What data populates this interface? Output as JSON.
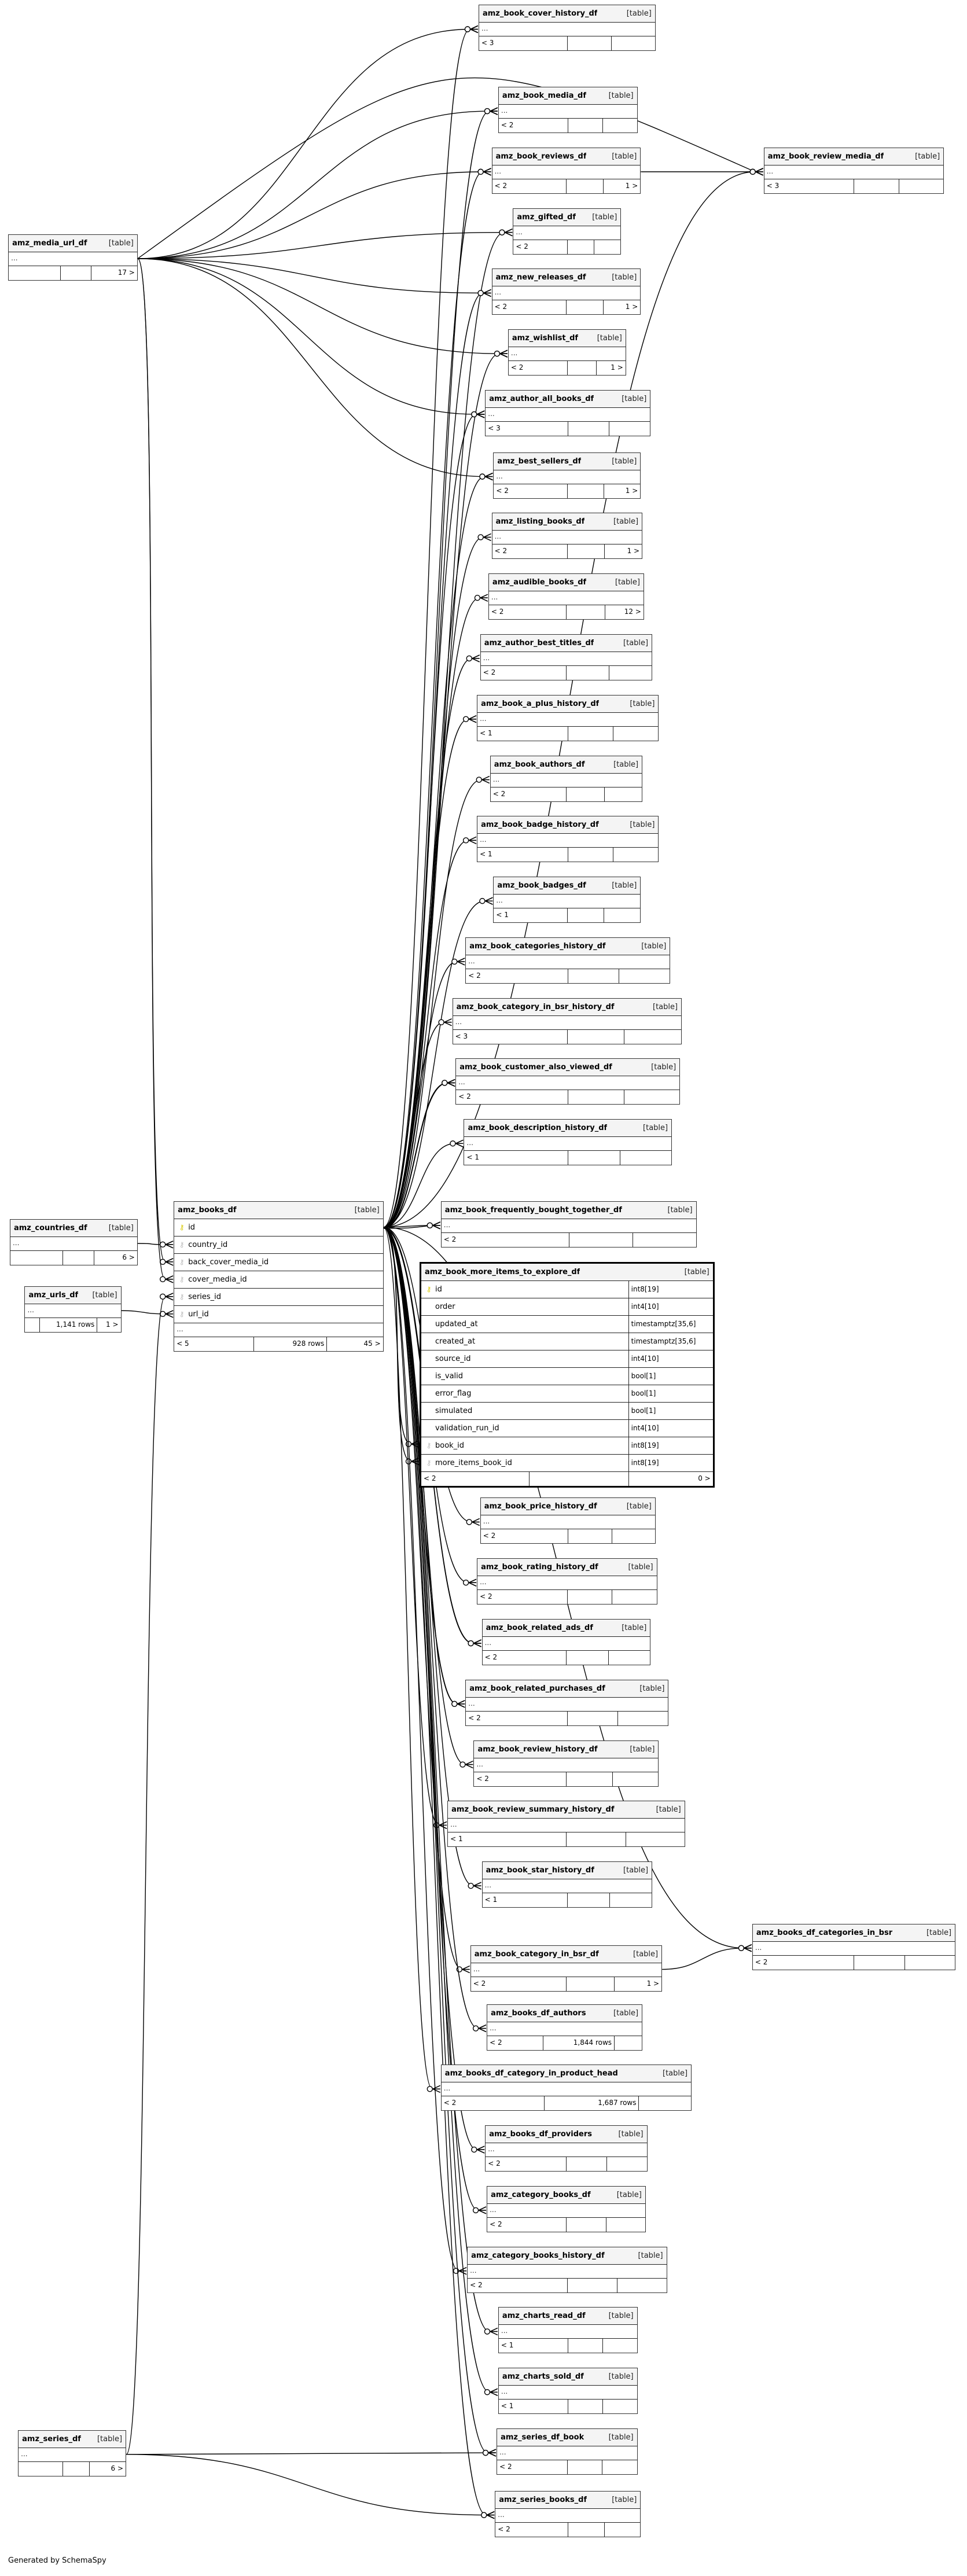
{
  "footer_text": "Generated by SchemaSpy",
  "colors": {
    "header_bg": "#f4f4f4",
    "border": "#333333",
    "primary_key": "#d8c800",
    "foreign_key": "#bbbbbb"
  },
  "tables": [
    {
      "name": "amz_book_cover_history_df",
      "type_label": "[table]",
      "more": "...",
      "footer": [
        "< 3",
        "",
        ""
      ]
    },
    {
      "name": "amz_book_media_df",
      "type_label": "[table]",
      "more": "...",
      "footer": [
        "< 2",
        "",
        ""
      ]
    },
    {
      "name": "amz_book_reviews_df",
      "type_label": "[table]",
      "more": "...",
      "footer": [
        "< 2",
        "",
        "1 >"
      ]
    },
    {
      "name": "amz_book_review_media_df",
      "type_label": "[table]",
      "more": "...",
      "footer": [
        "< 3",
        "",
        ""
      ]
    },
    {
      "name": "amz_gifted_df",
      "type_label": "[table]",
      "more": "...",
      "footer": [
        "< 2",
        "",
        ""
      ]
    },
    {
      "name": "amz_new_releases_df",
      "type_label": "[table]",
      "more": "...",
      "footer": [
        "< 2",
        "",
        "1 >"
      ]
    },
    {
      "name": "amz_wishlist_df",
      "type_label": "[table]",
      "more": "...",
      "footer": [
        "< 2",
        "",
        "1 >"
      ]
    },
    {
      "name": "amz_author_all_books_df",
      "type_label": "[table]",
      "more": "...",
      "footer": [
        "< 3",
        "",
        ""
      ]
    },
    {
      "name": "amz_best_sellers_df",
      "type_label": "[table]",
      "more": "...",
      "footer": [
        "< 2",
        "",
        "1 >"
      ]
    },
    {
      "name": "amz_listing_books_df",
      "type_label": "[table]",
      "more": "...",
      "footer": [
        "< 2",
        "",
        "1 >"
      ]
    },
    {
      "name": "amz_audible_books_df",
      "type_label": "[table]",
      "more": "...",
      "footer": [
        "< 2",
        "",
        "12 >"
      ]
    },
    {
      "name": "amz_author_best_titles_df",
      "type_label": "[table]",
      "more": "...",
      "footer": [
        "< 2",
        "",
        ""
      ]
    },
    {
      "name": "amz_book_a_plus_history_df",
      "type_label": "[table]",
      "more": "...",
      "footer": [
        "< 1",
        "",
        ""
      ]
    },
    {
      "name": "amz_book_authors_df",
      "type_label": "[table]",
      "more": "...",
      "footer": [
        "< 2",
        "",
        ""
      ]
    },
    {
      "name": "amz_book_badge_history_df",
      "type_label": "[table]",
      "more": "...",
      "footer": [
        "< 1",
        "",
        ""
      ]
    },
    {
      "name": "amz_book_badges_df",
      "type_label": "[table]",
      "more": "...",
      "footer": [
        "< 1",
        "",
        ""
      ]
    },
    {
      "name": "amz_book_categories_history_df",
      "type_label": "[table]",
      "more": "...",
      "footer": [
        "< 2",
        "",
        ""
      ]
    },
    {
      "name": "amz_book_category_in_bsr_history_df",
      "type_label": "[table]",
      "more": "...",
      "footer": [
        "< 3",
        "",
        ""
      ]
    },
    {
      "name": "amz_book_customer_also_viewed_df",
      "type_label": "[table]",
      "more": "...",
      "footer": [
        "< 2",
        "",
        ""
      ]
    },
    {
      "name": "amz_book_description_history_df",
      "type_label": "[table]",
      "more": "...",
      "footer": [
        "< 1",
        "",
        ""
      ]
    },
    {
      "name": "amz_book_frequently_bought_together_df",
      "type_label": "[table]",
      "more": "...",
      "footer": [
        "< 2",
        "",
        ""
      ]
    },
    {
      "name": "amz_book_more_items_to_explore_df",
      "type_label": "[table]",
      "more": null,
      "footer": [
        "< 2",
        "",
        "0 >"
      ],
      "columns": [
        {
          "name": "id",
          "type": "int8[19]",
          "key": "pk"
        },
        {
          "name": "order",
          "type": "int4[10]",
          "key": ""
        },
        {
          "name": "updated_at",
          "type": "timestamptz[35,6]",
          "key": ""
        },
        {
          "name": "created_at",
          "type": "timestamptz[35,6]",
          "key": ""
        },
        {
          "name": "source_id",
          "type": "int4[10]",
          "key": ""
        },
        {
          "name": "is_valid",
          "type": "bool[1]",
          "key": ""
        },
        {
          "name": "error_flag",
          "type": "bool[1]",
          "key": ""
        },
        {
          "name": "simulated",
          "type": "bool[1]",
          "key": ""
        },
        {
          "name": "validation_run_id",
          "type": "int4[10]",
          "key": ""
        },
        {
          "name": "book_id",
          "type": "int8[19]",
          "key": "fk"
        },
        {
          "name": "more_items_book_id",
          "type": "int8[19]",
          "key": "fk"
        }
      ]
    },
    {
      "name": "amz_book_price_history_df",
      "type_label": "[table]",
      "more": "...",
      "footer": [
        "< 2",
        "",
        ""
      ]
    },
    {
      "name": "amz_book_rating_history_df",
      "type_label": "[table]",
      "more": "...",
      "footer": [
        "< 2",
        "",
        ""
      ]
    },
    {
      "name": "amz_book_related_ads_df",
      "type_label": "[table]",
      "more": "...",
      "footer": [
        "< 2",
        "",
        ""
      ]
    },
    {
      "name": "amz_book_related_purchases_df",
      "type_label": "[table]",
      "more": "...",
      "footer": [
        "< 2",
        "",
        ""
      ]
    },
    {
      "name": "amz_book_review_history_df",
      "type_label": "[table]",
      "more": "...",
      "footer": [
        "< 2",
        "",
        ""
      ]
    },
    {
      "name": "amz_book_review_summary_history_df",
      "type_label": "[table]",
      "more": "...",
      "footer": [
        "< 1",
        "",
        ""
      ]
    },
    {
      "name": "amz_book_star_history_df",
      "type_label": "[table]",
      "more": "...",
      "footer": [
        "< 1",
        "",
        ""
      ]
    },
    {
      "name": "amz_books_df_categories_in_bsr",
      "type_label": "[table]",
      "more": "...",
      "footer": [
        "< 2",
        "",
        ""
      ]
    },
    {
      "name": "amz_book_category_in_bsr_df",
      "type_label": "[table]",
      "more": "...",
      "footer": [
        "< 2",
        "",
        "1 >"
      ]
    },
    {
      "name": "amz_books_df_authors",
      "type_label": "[table]",
      "more": "...",
      "footer": [
        "< 2",
        "1,844 rows",
        ""
      ]
    },
    {
      "name": "amz_books_df_category_in_product_head",
      "type_label": "[table]",
      "more": "...",
      "footer": [
        "< 2",
        "1,687 rows",
        ""
      ]
    },
    {
      "name": "amz_books_df_providers",
      "type_label": "[table]",
      "more": "...",
      "footer": [
        "< 2",
        "",
        ""
      ]
    },
    {
      "name": "amz_category_books_df",
      "type_label": "[table]",
      "more": "...",
      "footer": [
        "< 2",
        "",
        ""
      ]
    },
    {
      "name": "amz_category_books_history_df",
      "type_label": "[table]",
      "more": "...",
      "footer": [
        "< 2",
        "",
        ""
      ]
    },
    {
      "name": "amz_charts_read_df",
      "type_label": "[table]",
      "more": "...",
      "footer": [
        "< 1",
        "",
        ""
      ]
    },
    {
      "name": "amz_charts_sold_df",
      "type_label": "[table]",
      "more": "...",
      "footer": [
        "< 1",
        "",
        ""
      ]
    },
    {
      "name": "amz_series_df_book",
      "type_label": "[table]",
      "more": "...",
      "footer": [
        "< 2",
        "",
        ""
      ]
    },
    {
      "name": "amz_series_books_df",
      "type_label": "[table]",
      "more": "...",
      "footer": [
        "< 2",
        "",
        ""
      ]
    },
    {
      "name": "amz_media_url_df",
      "type_label": "[table]",
      "more": "...",
      "footer": [
        "",
        "",
        "17 >"
      ]
    },
    {
      "name": "amz_countries_df",
      "type_label": "[table]",
      "more": "...",
      "footer": [
        "",
        "",
        "6 >"
      ]
    },
    {
      "name": "amz_urls_df",
      "type_label": "[table]",
      "more": "...",
      "footer": [
        "",
        "1,141 rows",
        "1 >"
      ]
    },
    {
      "name": "amz_books_df",
      "type_label": "[table]",
      "more": "...",
      "footer": [
        "< 5",
        "928 rows",
        "45 >"
      ],
      "columns": [
        {
          "name": "id",
          "key": "pk"
        },
        {
          "name": "country_id",
          "key": "fk"
        },
        {
          "name": "back_cover_media_id",
          "key": "fk"
        },
        {
          "name": "cover_media_id",
          "key": "fk"
        },
        {
          "name": "series_id",
          "key": "fk"
        },
        {
          "name": "url_id",
          "key": "fk"
        }
      ]
    },
    {
      "name": "amz_series_df",
      "type_label": "[table]",
      "more": "...",
      "footer": [
        "",
        "",
        "6 >"
      ]
    }
  ],
  "relationships": [
    {
      "parent": "amz_media_url_df",
      "child": "amz_book_cover_history_df"
    },
    {
      "parent": "amz_media_url_df",
      "child": "amz_book_media_df"
    },
    {
      "parent": "amz_media_url_df",
      "child": "amz_book_reviews_df"
    },
    {
      "parent": "amz_media_url_df",
      "child": "amz_book_review_media_df"
    },
    {
      "parent": "amz_media_url_df",
      "child": "amz_gifted_df"
    },
    {
      "parent": "amz_media_url_df",
      "child": "amz_new_releases_df"
    },
    {
      "parent": "amz_media_url_df",
      "child": "amz_wishlist_df"
    },
    {
      "parent": "amz_media_url_df",
      "child": "amz_author_all_books_df"
    },
    {
      "parent": "amz_media_url_df",
      "child": "amz_best_sellers_df"
    },
    {
      "parent": "amz_media_url_df",
      "child": "amz_books_df",
      "child_column": "back_cover_media_id"
    },
    {
      "parent": "amz_media_url_df",
      "child": "amz_books_df",
      "child_column": "cover_media_id"
    },
    {
      "parent": "amz_book_reviews_df",
      "child": "amz_book_review_media_df"
    },
    {
      "parent": "amz_countries_df",
      "child": "amz_books_df",
      "child_column": "country_id"
    },
    {
      "parent": "amz_urls_df",
      "child": "amz_books_df",
      "child_column": "url_id"
    },
    {
      "parent": "amz_series_df",
      "child": "amz_books_df",
      "child_column": "series_id"
    },
    {
      "parent": "amz_series_df",
      "child": "amz_series_df_book"
    },
    {
      "parent": "amz_series_df",
      "child": "amz_series_books_df"
    },
    {
      "parent": "amz_book_category_in_bsr_df",
      "child": "amz_books_df_categories_in_bsr"
    },
    {
      "parent": "amz_books_df",
      "child": "amz_book_cover_history_df"
    },
    {
      "parent": "amz_books_df",
      "child": "amz_book_media_df"
    },
    {
      "parent": "amz_books_df",
      "child": "amz_book_reviews_df"
    },
    {
      "parent": "amz_books_df",
      "child": "amz_book_review_media_df"
    },
    {
      "parent": "amz_books_df",
      "child": "amz_gifted_df"
    },
    {
      "parent": "amz_books_df",
      "child": "amz_new_releases_df"
    },
    {
      "parent": "amz_books_df",
      "child": "amz_wishlist_df"
    },
    {
      "parent": "amz_books_df",
      "child": "amz_author_all_books_df"
    },
    {
      "parent": "amz_books_df",
      "child": "amz_best_sellers_df"
    },
    {
      "parent": "amz_books_df",
      "child": "amz_listing_books_df"
    },
    {
      "parent": "amz_books_df",
      "child": "amz_audible_books_df"
    },
    {
      "parent": "amz_books_df",
      "child": "amz_author_best_titles_df"
    },
    {
      "parent": "amz_books_df",
      "child": "amz_book_a_plus_history_df"
    },
    {
      "parent": "amz_books_df",
      "child": "amz_book_authors_df"
    },
    {
      "parent": "amz_books_df",
      "child": "amz_book_badge_history_df"
    },
    {
      "parent": "amz_books_df",
      "child": "amz_book_badges_df"
    },
    {
      "parent": "amz_books_df",
      "child": "amz_book_categories_history_df"
    },
    {
      "parent": "amz_books_df",
      "child": "amz_book_category_in_bsr_history_df"
    },
    {
      "parent": "amz_books_df",
      "child": "amz_book_customer_also_viewed_df"
    },
    {
      "parent": "amz_books_df",
      "child": "amz_book_customer_also_viewed_df"
    },
    {
      "parent": "amz_books_df",
      "child": "amz_book_description_history_df"
    },
    {
      "parent": "amz_books_df",
      "child": "amz_book_frequently_bought_together_df"
    },
    {
      "parent": "amz_books_df",
      "child": "amz_book_frequently_bought_together_df"
    },
    {
      "parent": "amz_books_df",
      "child": "amz_book_more_items_to_explore_df",
      "child_column": "book_id"
    },
    {
      "parent": "amz_books_df",
      "child": "amz_book_more_items_to_explore_df",
      "child_column": "more_items_book_id"
    },
    {
      "parent": "amz_books_df",
      "child": "amz_book_price_history_df"
    },
    {
      "parent": "amz_books_df",
      "child": "amz_book_rating_history_df"
    },
    {
      "parent": "amz_books_df",
      "child": "amz_book_related_ads_df"
    },
    {
      "parent": "amz_books_df",
      "child": "amz_book_related_ads_df"
    },
    {
      "parent": "amz_books_df",
      "child": "amz_book_related_purchases_df"
    },
    {
      "parent": "amz_books_df",
      "child": "amz_book_related_purchases_df"
    },
    {
      "parent": "amz_books_df",
      "child": "amz_book_review_history_df"
    },
    {
      "parent": "amz_books_df",
      "child": "amz_book_review_summary_history_df"
    },
    {
      "parent": "amz_books_df",
      "child": "amz_book_star_history_df"
    },
    {
      "parent": "amz_books_df",
      "child": "amz_books_df_categories_in_bsr"
    },
    {
      "parent": "amz_books_df",
      "child": "amz_book_category_in_bsr_df"
    },
    {
      "parent": "amz_books_df",
      "child": "amz_books_df_authors"
    },
    {
      "parent": "amz_books_df",
      "child": "amz_books_df_category_in_product_head"
    },
    {
      "parent": "amz_books_df",
      "child": "amz_books_df_providers"
    },
    {
      "parent": "amz_books_df",
      "child": "amz_category_books_df"
    },
    {
      "parent": "amz_books_df",
      "child": "amz_category_books_history_df"
    },
    {
      "parent": "amz_books_df",
      "child": "amz_charts_read_df"
    },
    {
      "parent": "amz_books_df",
      "child": "amz_charts_sold_df"
    },
    {
      "parent": "amz_books_df",
      "child": "amz_series_df_book"
    },
    {
      "parent": "amz_books_df",
      "child": "amz_series_books_df"
    }
  ]
}
